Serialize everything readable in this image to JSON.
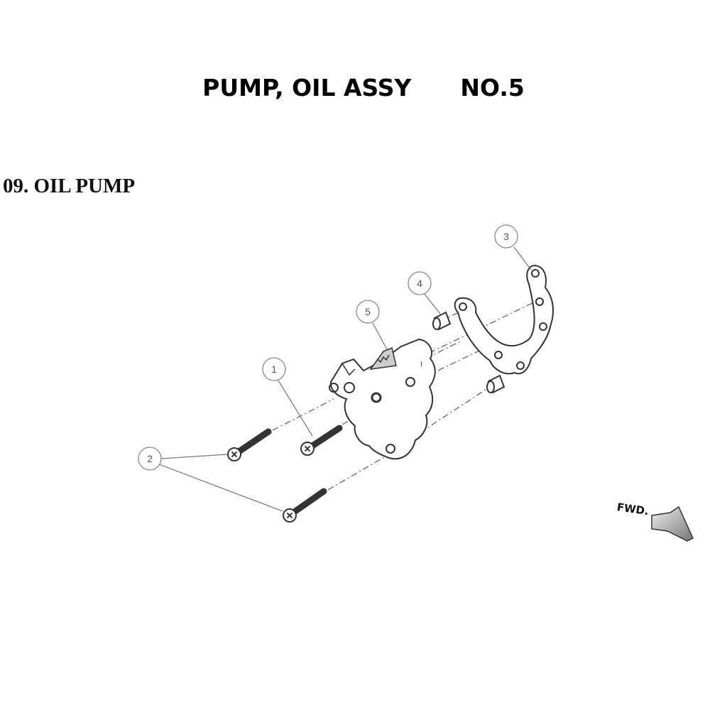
{
  "header": {
    "title_part": "PUMP, OIL ASSY",
    "title_no": "NO.5"
  },
  "section": {
    "title": "09. OIL PUMP"
  },
  "diagram": {
    "callouts": [
      "1",
      "2",
      "3",
      "4",
      "5"
    ],
    "direction_label": "FWD.",
    "body_mark": "I"
  }
}
